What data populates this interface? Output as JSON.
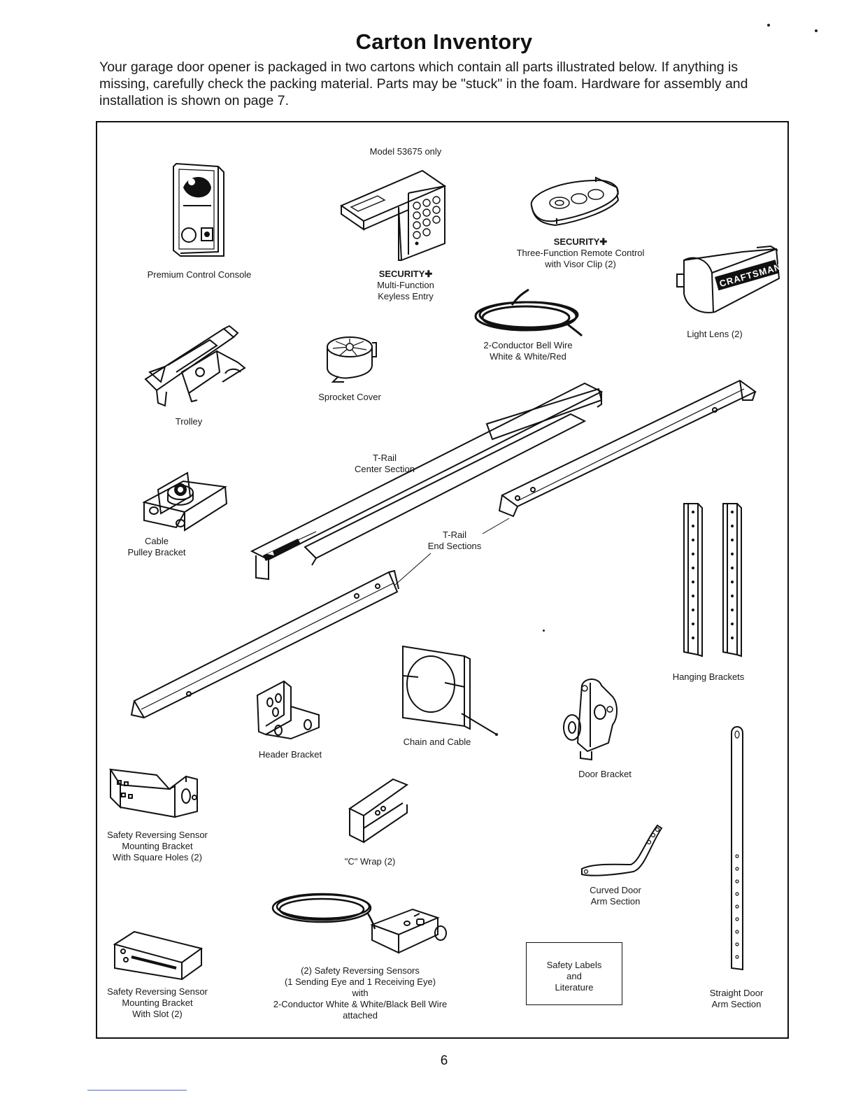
{
  "title": "Carton Inventory",
  "intro": "Your garage door opener is packaged in two cartons which contain all parts illustrated below. If anything is missing, carefully check the packing material. Parts may be \"stuck\" in the foam. Hardware for assembly and installation is shown on page 7.",
  "page_number": "6",
  "parts": {
    "console": "Premium Control Console",
    "model_note": "Model 53675 only",
    "keypad_brand": "SECURITY✚",
    "keypad_l1": "Multi-Function",
    "keypad_l2": "Keyless Entry",
    "remote_brand": "SECURITY✚",
    "remote_l1": "Three-Function Remote Control",
    "remote_l2": "with Visor Clip (2)",
    "light_lens": "Light Lens (2)",
    "lens_brand": "CRAFTSMAN",
    "bell_wire_l1": "2-Conductor Bell Wire",
    "bell_wire_l2": "White & White/Red",
    "sprocket_cover": "Sprocket Cover",
    "trolley": "Trolley",
    "trail_center_l1": "T-Rail",
    "trail_center_l2": "Center Section",
    "cable_pulley_l1": "Cable",
    "cable_pulley_l2": "Pulley Bracket",
    "trail_end_l1": "T-Rail",
    "trail_end_l2": "End Sections",
    "hanging_brackets": "Hanging Brackets",
    "chain_cable": "Chain and Cable",
    "header_bracket": "Header Bracket",
    "door_bracket": "Door Bracket",
    "sq_bracket_l1": "Safety Reversing Sensor",
    "sq_bracket_l2": "Mounting Bracket",
    "sq_bracket_l3": "With Square Holes (2)",
    "c_wrap": "\"C\" Wrap (2)",
    "curved_arm_l1": "Curved Door",
    "curved_arm_l2": "Arm Section",
    "sensors_l1": "(2) Safety Reversing Sensors",
    "sensors_l2": "(1 Sending Eye and 1 Receiving Eye)",
    "sensors_l3": "with",
    "sensors_l4": "2-Conductor White & White/Black Bell Wire",
    "sensors_l5": "attached",
    "slot_bracket_l1": "Safety Reversing Sensor",
    "slot_bracket_l2": "Mounting Bracket",
    "slot_bracket_l3": "With Slot (2)",
    "labels_l1": "Safety Labels",
    "labels_l2": "and",
    "labels_l3": "Literature",
    "straight_arm_l1": "Straight Door",
    "straight_arm_l2": "Arm Section"
  }
}
